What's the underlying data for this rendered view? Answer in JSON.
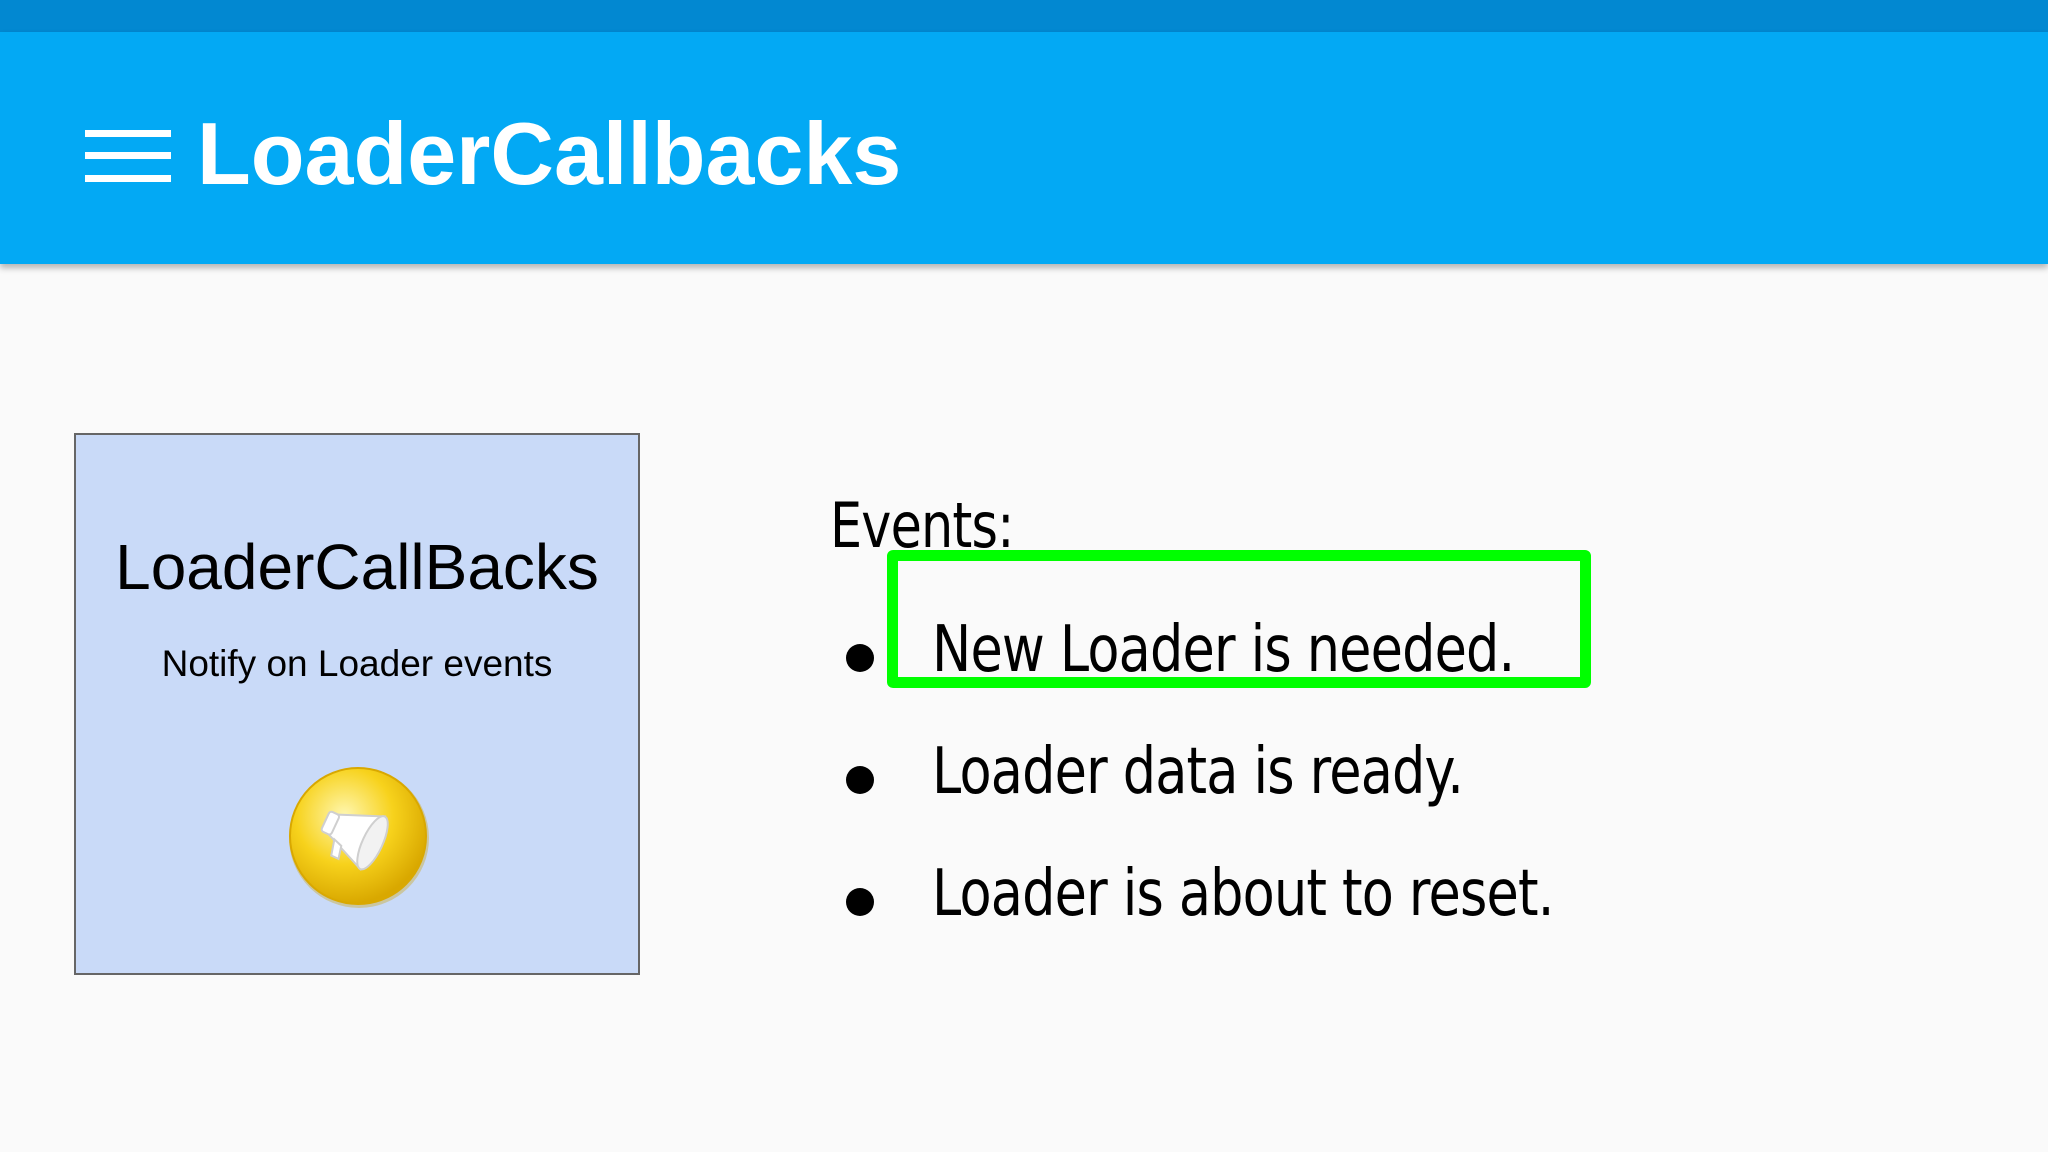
{
  "app_bar": {
    "title": "LoaderCallbacks",
    "menu_icon": "hamburger-menu-icon",
    "color": "#03a9f4",
    "status_bar_color": "#0288d1"
  },
  "card": {
    "title": "LoaderCallBacks",
    "subtitle": "Notify on Loader events",
    "icon": "megaphone-icon",
    "background": "#c9daf8"
  },
  "events": {
    "title": "Events:",
    "items": [
      {
        "text": "New Loader is needed."
      },
      {
        "text": "Loader data is ready."
      },
      {
        "text": "Loader is about to reset."
      }
    ],
    "highlighted_index": 0,
    "highlight_color": "#00ff00"
  }
}
